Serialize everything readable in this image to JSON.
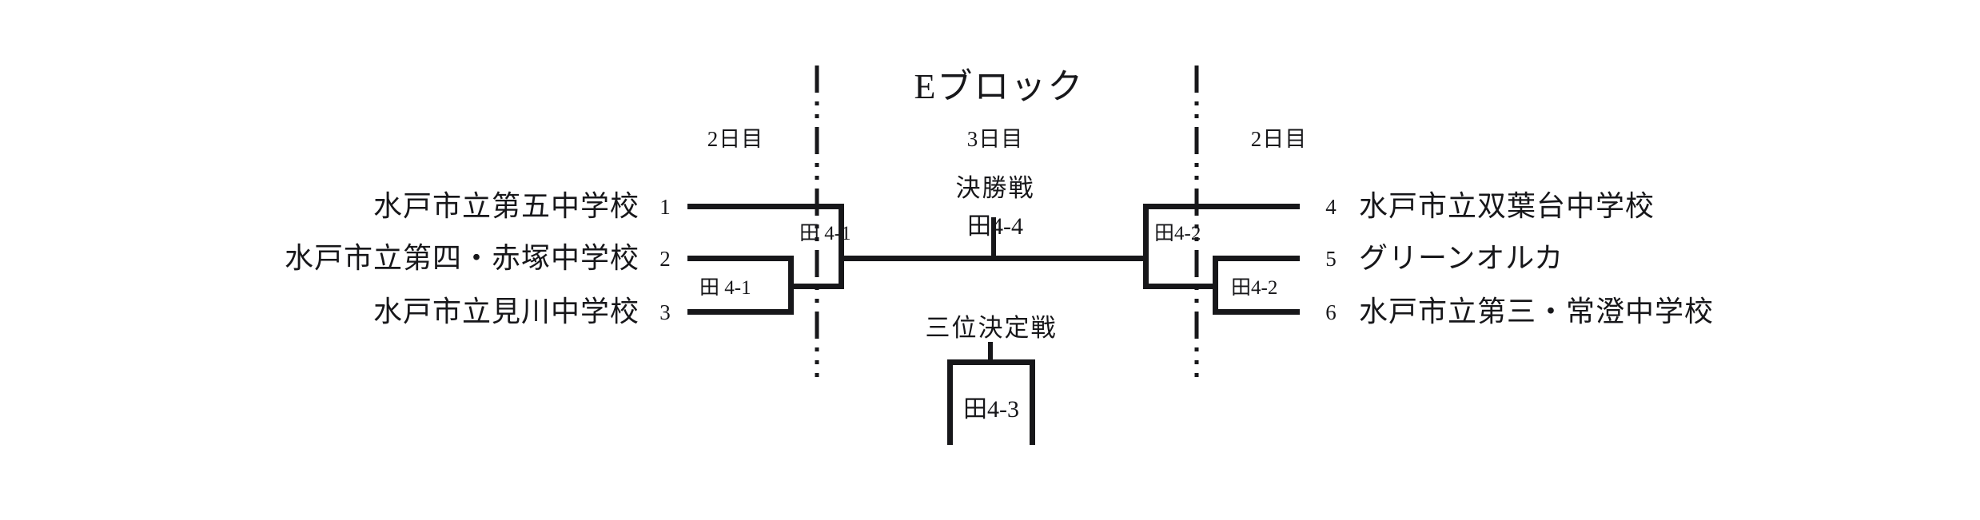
{
  "title": "Eブロック",
  "day_labels": [
    {
      "text": "2日目"
    },
    {
      "text": "3日目"
    },
    {
      "text": "2日目"
    }
  ],
  "sections": {
    "final_label": "決勝戦",
    "final_match": "田4-4",
    "third_place_label": "三位決定戦",
    "third_place_match": "田4-3"
  },
  "left_teams": [
    {
      "seed": "1",
      "name": "水戸市立第五中学校"
    },
    {
      "seed": "2",
      "name": "水戸市立第四・赤塚中学校"
    },
    {
      "seed": "3",
      "name": "水戸市立見川中学校"
    }
  ],
  "right_teams": [
    {
      "seed": "4",
      "name": "水戸市立双葉台中学校"
    },
    {
      "seed": "5",
      "name": "グリーンオルカ"
    },
    {
      "seed": "6",
      "name": "水戸市立第三・常澄中学校"
    }
  ],
  "left_matches": [
    {
      "label": "田 4-1"
    },
    {
      "label": "田 4-1"
    }
  ],
  "right_matches": [
    {
      "label": "田4-2"
    },
    {
      "label": "田4-2"
    }
  ],
  "colors": {
    "ink": "#17171a",
    "paper": "#ffffff"
  },
  "chart_data": {
    "type": "table",
    "title": "Eブロック",
    "description": "Single-elimination tournament bracket with 6 entrants, a final (決勝戦) and a third-place match (三位決定戦).",
    "rounds": [
      {
        "side": "left",
        "day": "2日目",
        "matches": [
          {
            "code": "田 4-1",
            "entrants": [
              "2",
              "3"
            ]
          },
          {
            "code": "田 4-1",
            "entrants": [
              "1",
              "winner of 2 vs 3"
            ]
          }
        ]
      },
      {
        "side": "right",
        "day": "2日目",
        "matches": [
          {
            "code": "田4-2",
            "entrants": [
              "5",
              "6"
            ]
          },
          {
            "code": "田4-2",
            "entrants": [
              "4",
              "winner of 5 vs 6"
            ]
          }
        ]
      },
      {
        "side": "center",
        "day": "3日目",
        "matches": [
          {
            "code": "田4-4",
            "name": "決勝戦",
            "entrants": [
              "left winner",
              "right winner"
            ]
          },
          {
            "code": "田4-3",
            "name": "三位決定戦",
            "entrants": [
              "left loser",
              "right loser"
            ]
          }
        ]
      }
    ]
  }
}
